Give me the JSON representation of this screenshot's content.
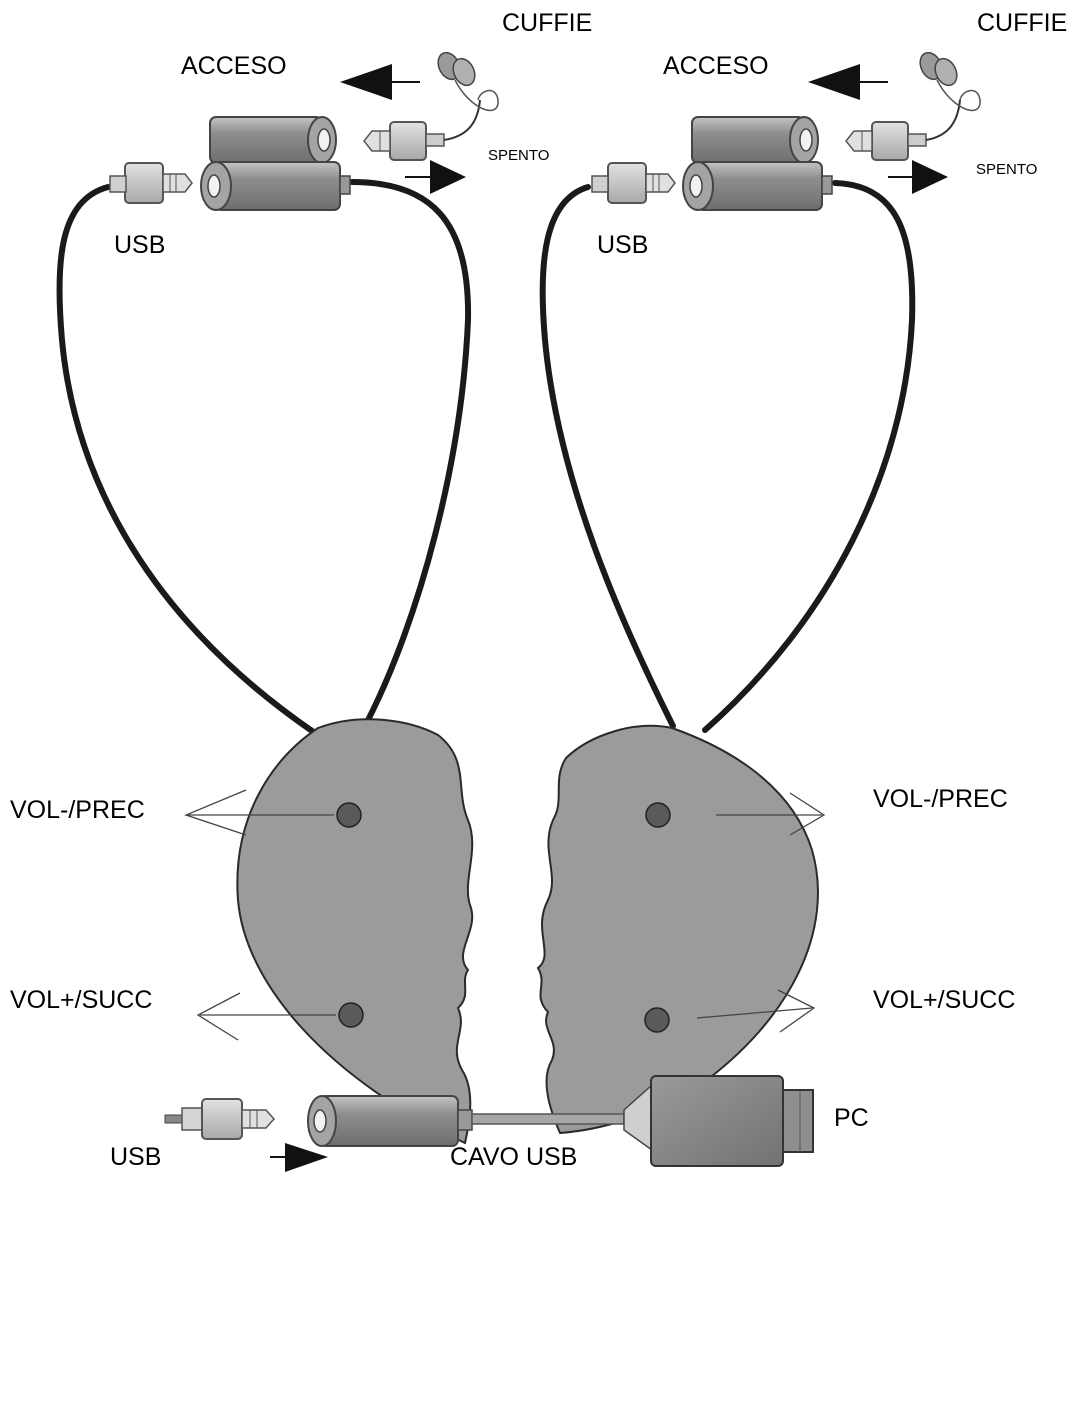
{
  "labels": {
    "headphones": "CUFFIE",
    "on": "ACCESO",
    "off": "SPENTO",
    "usb": "USB",
    "vol_down_prev": "VOL-/PREC",
    "vol_up_next": "VOL+/SUCC",
    "pc": "PC",
    "usb_cable": "CAVO USB"
  }
}
